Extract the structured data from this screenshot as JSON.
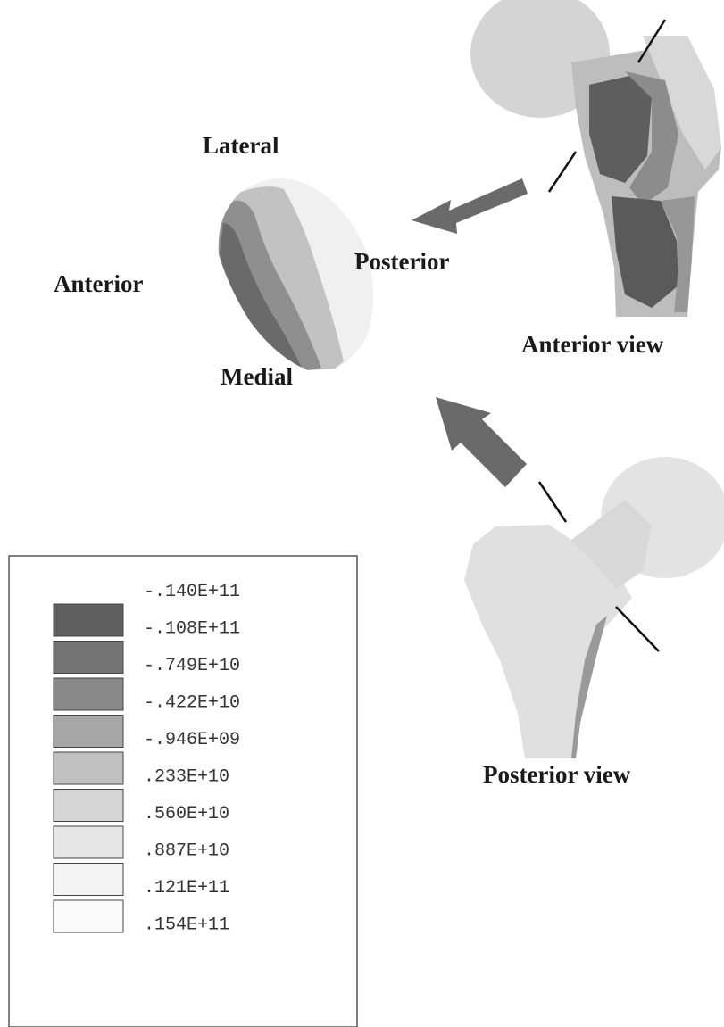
{
  "labels": {
    "lateral": "Lateral",
    "anterior": "Anterior",
    "posterior": "Posterior",
    "medial": "Medial",
    "anterior_view": "Anterior view",
    "posterior_view": "Posterior view"
  },
  "legend": {
    "values": [
      "-.140E+11",
      "-.108E+11",
      "-.749E+10",
      "-.422E+10",
      "-.946E+09",
      ".233E+10",
      ".560E+10",
      ".887E+10",
      ".121E+11",
      ".154E+11"
    ],
    "swatch_colors": [
      "#5f5f5f",
      "#747474",
      "#898989",
      "#a7a7a7",
      "#c0c0c0",
      "#d5d5d5",
      "#e6e6e6",
      "#f3f3f3",
      "#fbfbfb"
    ]
  },
  "colors": {
    "arrow": "#6a6a6a",
    "dark_stress": "#5e5e5e",
    "mid_stress": "#8c8c8c",
    "light_stress": "#cfcfcf",
    "bone_light": "#e2e2e2"
  }
}
